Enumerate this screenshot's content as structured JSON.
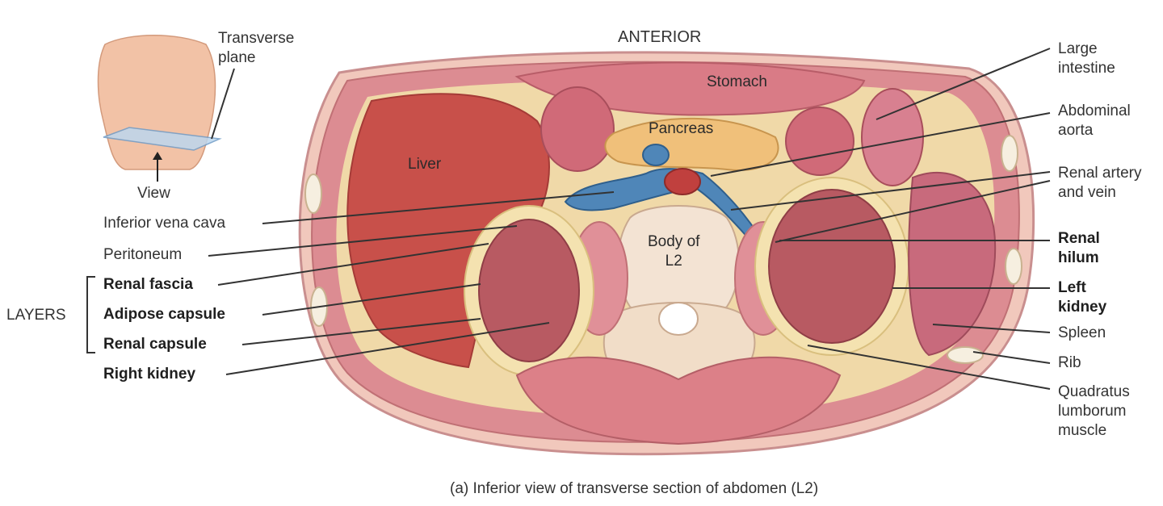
{
  "title": "ANTERIOR",
  "caption": "(a) Inferior view of transverse section of abdomen (L2)",
  "inset": {
    "plane_label_1": "Transverse",
    "plane_label_2": "plane",
    "view_label": "View"
  },
  "internal_labels": {
    "stomach": "Stomach",
    "pancreas": "Pancreas",
    "liver": "Liver",
    "body_l2_1": "Body of",
    "body_l2_2": "L2"
  },
  "left_labels": {
    "ivc": "Inferior vena cava",
    "peritoneum": "Peritoneum",
    "renal_fascia": "Renal fascia",
    "adipose_capsule": "Adipose capsule",
    "renal_capsule": "Renal capsule",
    "right_kidney": "Right kidney",
    "layers": "LAYERS"
  },
  "right_labels": {
    "large_intestine_1": "Large",
    "large_intestine_2": "intestine",
    "aorta_1": "Abdominal",
    "aorta_2": "aorta",
    "renal_av_1": "Renal artery",
    "renal_av_2": "and vein",
    "hilum_1": "Renal",
    "hilum_2": "hilum",
    "left_kidney_1": "Left",
    "left_kidney_2": "kidney",
    "spleen": "Spleen",
    "rib": "Rib",
    "ql_1": "Quadratus",
    "ql_2": "lumborum",
    "ql_3": "muscle"
  },
  "colors": {
    "muscle": "#d9868e",
    "liver": "#c8504a",
    "fat": "#f2dc9a",
    "kidney": "#b85a62",
    "vein": "#4f86b8",
    "bone": "#f3e3d3",
    "skin": "#f2c2a6"
  }
}
